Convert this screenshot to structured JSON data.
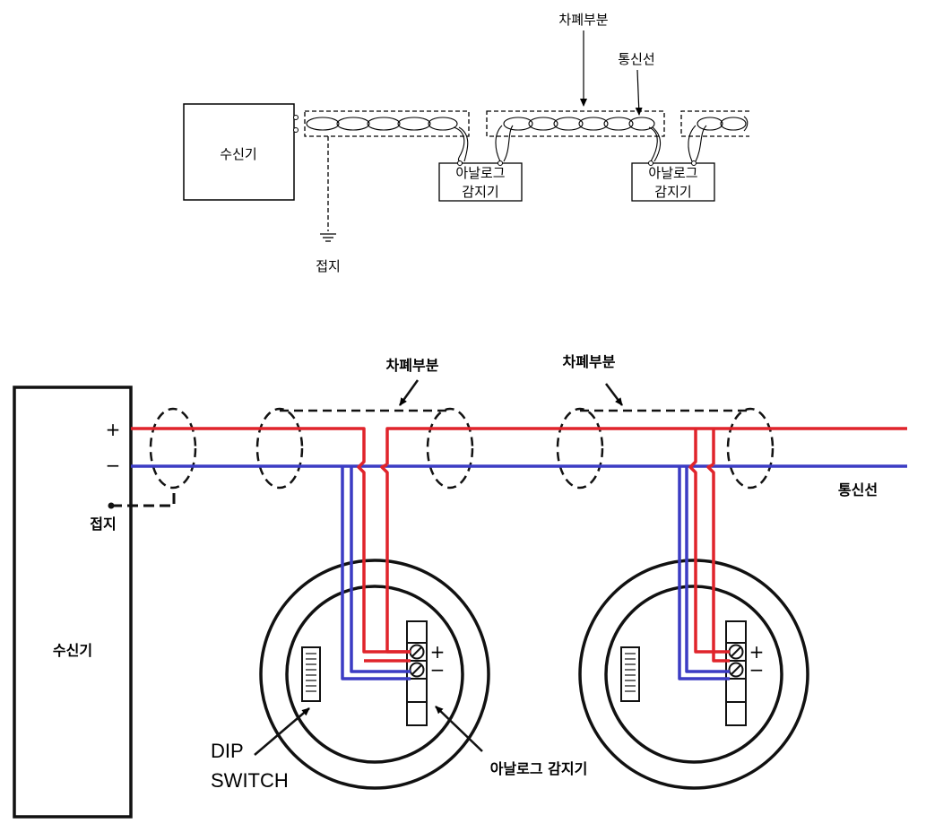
{
  "top_diagram": {
    "shield_label": "차폐부분",
    "comm_line_label": "통신선",
    "receiver_label": "수신기",
    "detector_label_line1": "아날로그",
    "detector_label_line2": "감지기",
    "ground_label": "접지"
  },
  "bottom_diagram": {
    "receiver_label": "수신기",
    "plus_label": "+",
    "minus_label": "−",
    "ground_label": "접지",
    "shield_label": "차폐부분",
    "comm_line_label": "통신선",
    "terminal_plus": "+",
    "terminal_minus": "−",
    "dip_label_line1": "DIP",
    "dip_label_line2": "SWITCH",
    "detector_label": "아날로그 감지기",
    "colors": {
      "positive_wire": "#e0242b",
      "negative_wire": "#3b3cc4"
    }
  }
}
